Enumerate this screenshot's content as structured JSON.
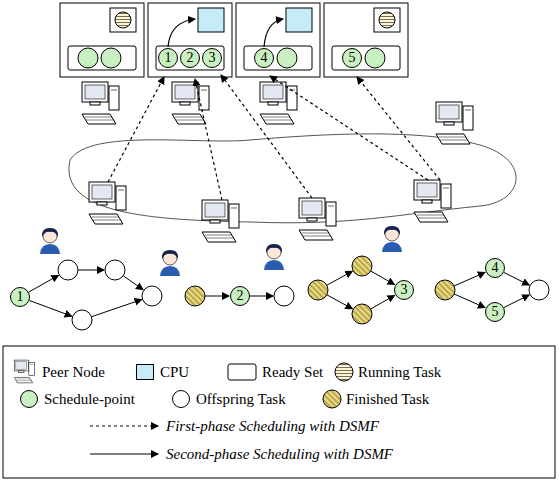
{
  "diagram": {
    "nodes": [
      {
        "text": [
          "1"
        ]
      },
      {
        "text": [
          "2"
        ]
      },
      {
        "text": [
          "3"
        ]
      },
      {
        "text": [
          "4"
        ]
      },
      {
        "text": [
          "5"
        ]
      },
      {
        "text": [
          "1"
        ]
      },
      {
        "text": [
          "2"
        ]
      },
      {
        "text": [
          "3"
        ]
      },
      {
        "text": [
          "4"
        ]
      },
      {
        "text": [
          "5"
        ]
      }
    ],
    "legend": [
      {
        "text": "Peer Node"
      },
      {
        "text": "CPU",
        "color": "#c6ecf9"
      },
      {
        "text": "Ready Set"
      },
      {
        "text": "Running Task"
      },
      {
        "text": "Schedule-point",
        "color": "#c8f0c0"
      },
      {
        "text": "Offspring Task",
        "color": "#ffffff"
      },
      {
        "text": "Finished Task"
      },
      {
        "text": "First-phase Scheduling with DSMF"
      },
      {
        "text": "Second-phase Scheduling with DSMF"
      }
    ]
  }
}
